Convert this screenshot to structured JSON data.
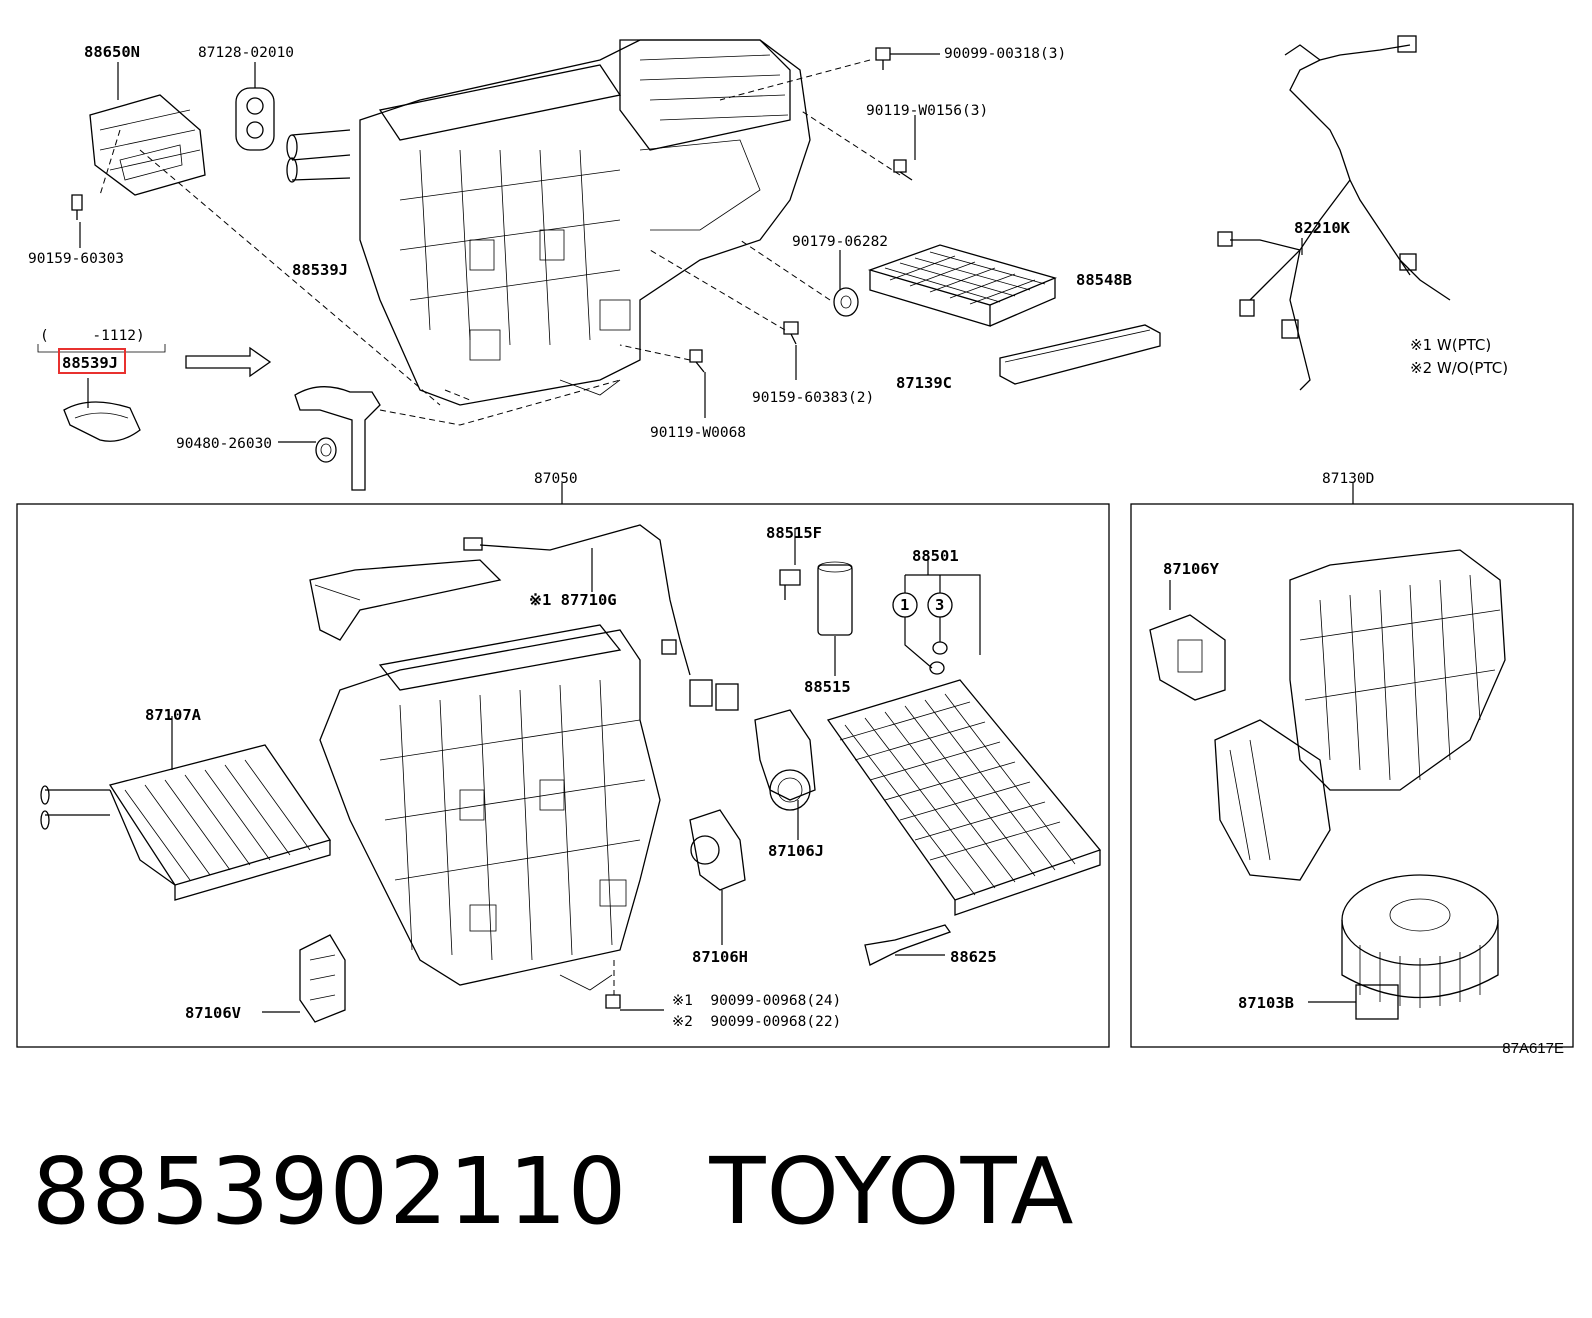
{
  "labels": {
    "p88650N": "88650N",
    "p87128": "87128-02010",
    "p90099_00318": "90099-00318(3)",
    "p90119_W0156": "90119-W0156(3)",
    "p90159_60303": "90159-60303",
    "p90179_06282": "90179-06282",
    "p88548B": "88548B",
    "p87139C": "87139C",
    "p90159_60383": "90159-60383(2)",
    "p90119_W0068": "90119-W0068",
    "p88539J_left": "88539J",
    "p88539J_right": "88539J",
    "range_note": "(     -1112)",
    "p90480": "90480-26030",
    "p82210K": "82210K",
    "note1": "※1 W(PTC)",
    "note2": "※2 W/O(PTC)",
    "p87050": "87050",
    "p87130D": "87130D",
    "p88515F": "88515F",
    "p88501": "88501",
    "p87710G": "※1 87710G",
    "p88515": "88515",
    "p87107A": "87107A",
    "p87106J": "87106J",
    "p87106H": "87106H",
    "p88625": "88625",
    "p87106V": "87106V",
    "p90099_00968_1": "※1  90099-00968(24)",
    "p90099_00968_2": "※2  90099-00968(22)",
    "p87106Y": "87106Y",
    "p87103B": "87103B",
    "circle1": "1",
    "circle3": "3"
  },
  "drawing_code": "87A617E",
  "footer": {
    "part_number": "8853902110",
    "brand": "TOYOTA"
  },
  "colors": {
    "highlight": "#e8312f",
    "ink": "#000000"
  }
}
